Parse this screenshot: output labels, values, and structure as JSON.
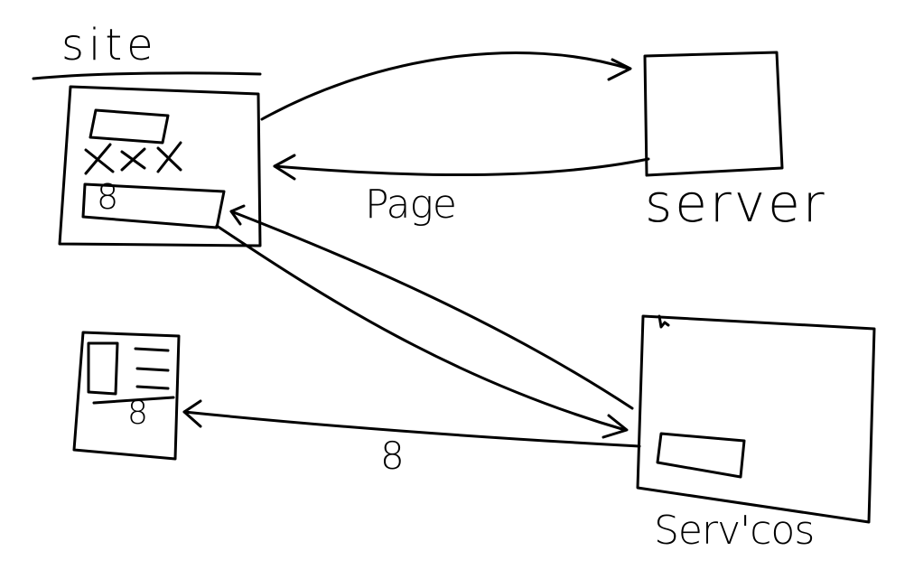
{
  "diagram": {
    "site": {
      "label": "site"
    },
    "server": {
      "label": "server"
    },
    "services": {
      "label": "Serv'cos"
    },
    "page_label": "Page",
    "eight_top": "8",
    "eight_small": "8",
    "eight_mid": "8"
  },
  "colors": {
    "background": "#ffffff",
    "ink": "#000000"
  }
}
